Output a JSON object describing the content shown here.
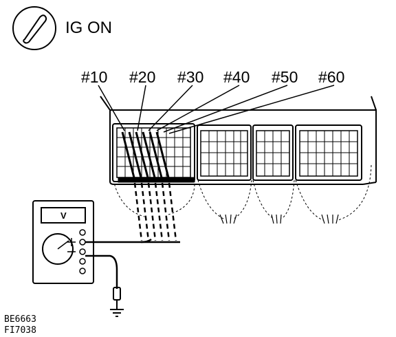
{
  "ignition": {
    "label": "IG ON",
    "icon": "ignition-key-icon"
  },
  "terminals": [
    "#10",
    "#20",
    "#30",
    "#40",
    "#50",
    "#60"
  ],
  "meter": {
    "mode": "V",
    "icon": "voltmeter-icon"
  },
  "codes": [
    "BE6663",
    "FI7038"
  ],
  "colors": {
    "ink": "#000000",
    "paper": "#ffffff"
  }
}
